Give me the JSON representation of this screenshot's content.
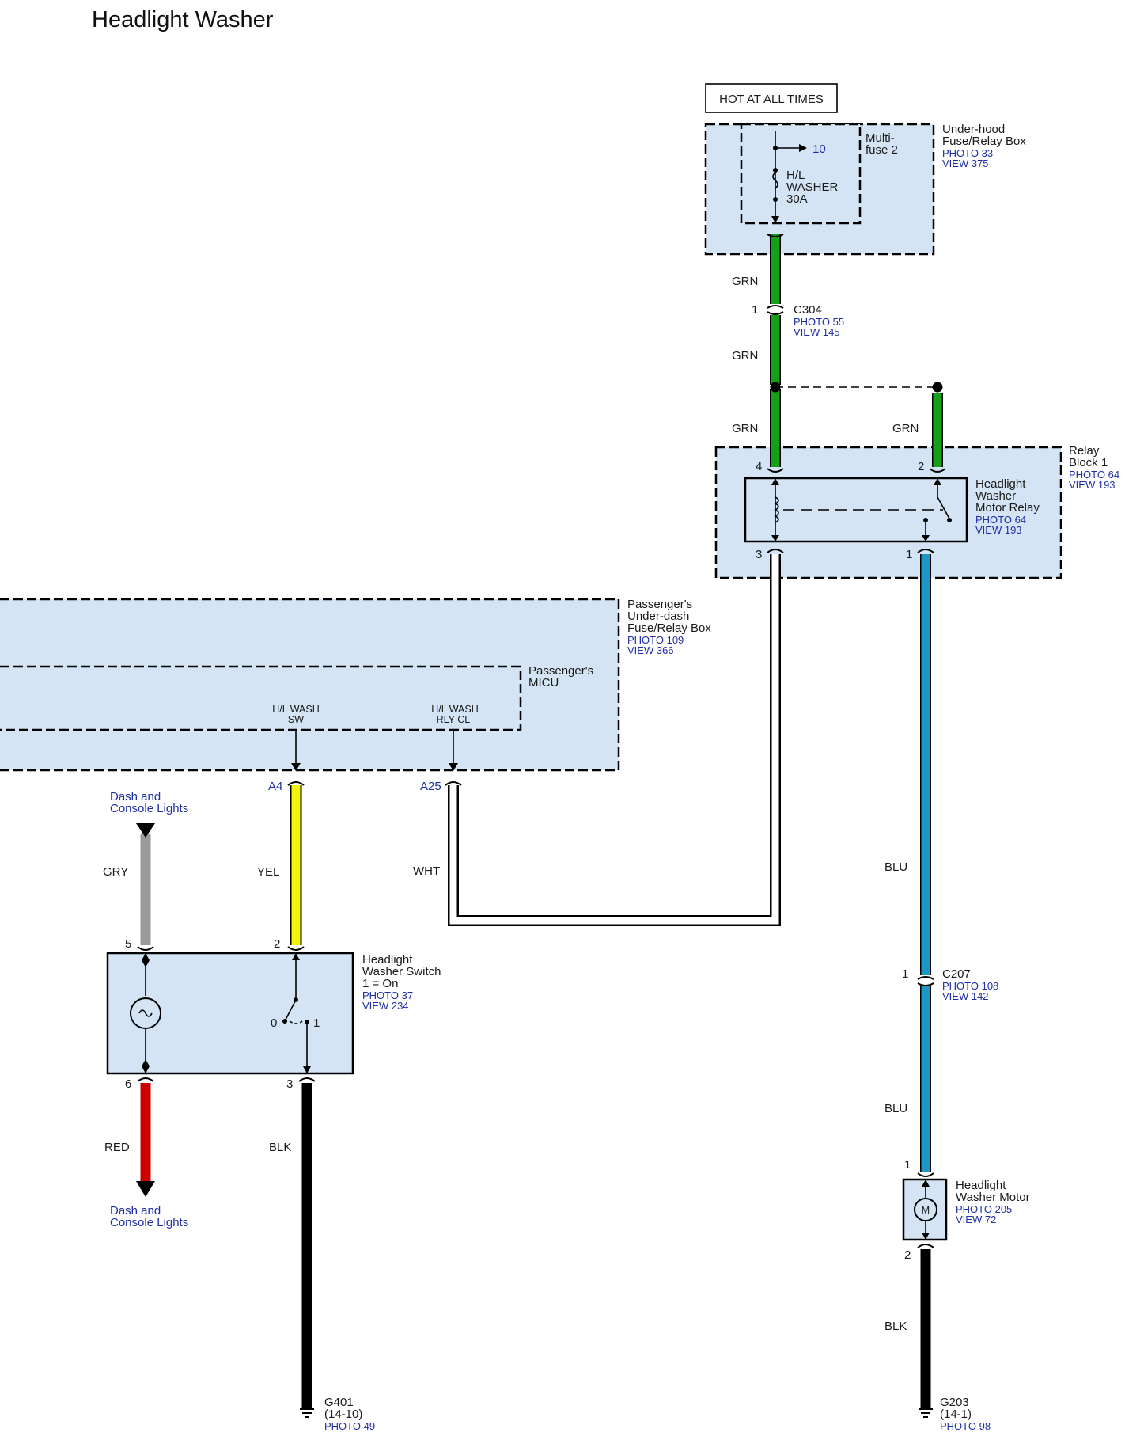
{
  "title": "Headlight Washer",
  "power_label": "HOT AT ALL TIMES",
  "underhood": {
    "name_line1": "Under-hood",
    "name_line2": "Fuse/Relay Box",
    "photo": "PHOTO 33",
    "view": "VIEW 375",
    "multifuse_line1": "Multi-",
    "multifuse_line2": "fuse 2",
    "fuse_line1": "H/L",
    "fuse_line2": "WASHER",
    "fuse_line3": "30A",
    "branch_ref": "10"
  },
  "c304": {
    "pin": "1",
    "name": "C304",
    "photo": "PHOTO 55",
    "view": "VIEW 145"
  },
  "relay_block": {
    "name_line1": "Relay",
    "name_line2": "Block 1",
    "photo": "PHOTO 64",
    "view": "VIEW 193",
    "relay_line1": "Headlight",
    "relay_line2": "Washer",
    "relay_line3": "Motor Relay",
    "relay_photo": "PHOTO 64",
    "relay_view": "VIEW 193",
    "pin4": "4",
    "pin2": "2",
    "pin3": "3",
    "pin1": "1"
  },
  "underdash": {
    "name_line1": "Passenger's",
    "name_line2": "Under-dash",
    "name_line3": "Fuse/Relay Box",
    "photo": "PHOTO 109",
    "view": "VIEW 366",
    "micu_line1": "Passenger's",
    "micu_line2": "MICU",
    "term1_line1": "H/L WASH",
    "term1_line2": "SW",
    "term2_line1": "H/L WASH",
    "term2_line2": "RLY CL-",
    "pin_a4": "A4",
    "pin_a25": "A25"
  },
  "dash_top": {
    "line1": "Dash and",
    "line2": "Console Lights"
  },
  "dash_bottom": {
    "line1": "Dash and",
    "line2": "Console Lights"
  },
  "switch": {
    "name_line1": "Headlight",
    "name_line2": "Washer Switch",
    "name_line3": "1 = On",
    "photo": "PHOTO 37",
    "view": "VIEW 234",
    "pos0": "0",
    "pos1": "1",
    "pin5": "5",
    "pin2": "2",
    "pin6": "6",
    "pin3": "3"
  },
  "c207": {
    "pin_top": "1",
    "name": "C207",
    "photo": "PHOTO 108",
    "view": "VIEW 142"
  },
  "motor": {
    "name_line1": "Headlight",
    "name_line2": "Washer Motor",
    "photo": "PHOTO 205",
    "view": "VIEW 72",
    "symbol": "M",
    "pin1": "1",
    "pin2": "2"
  },
  "g401": {
    "name": "G401",
    "ref": "(14-10)",
    "photo": "PHOTO 49"
  },
  "g203": {
    "name": "G203",
    "ref": "(14-1)",
    "photo": "PHOTO 98"
  },
  "wires": {
    "grn1": "GRN",
    "grn2": "GRN",
    "grn3": "GRN",
    "grn4": "GRN",
    "gry": "GRY",
    "yel": "YEL",
    "wht": "WHT",
    "blu1": "BLU",
    "blu2": "BLU",
    "red": "RED",
    "blk1": "BLK",
    "blk2": "BLK"
  },
  "colors": {
    "grn": "#16a01a",
    "yel": "#f4f40a",
    "gry": "#9a9a9a",
    "red": "#cc0000",
    "blu": "#1d98c6",
    "blk": "#000000",
    "wht": "#ffffff",
    "box_fill": "#d4e4f4",
    "ref_text": "#1f2ea8"
  }
}
